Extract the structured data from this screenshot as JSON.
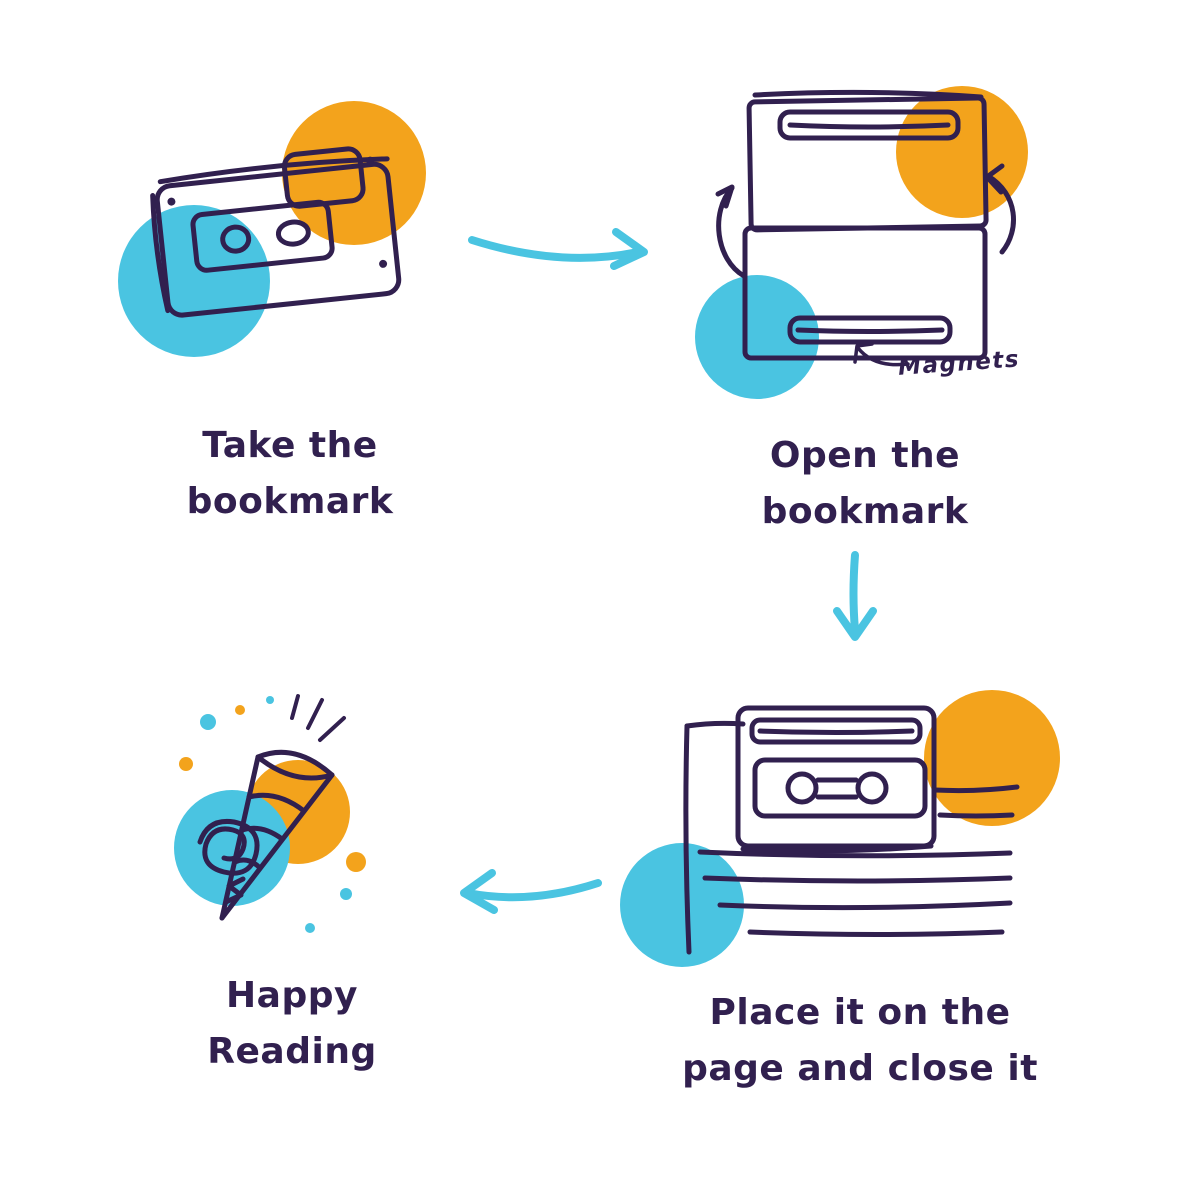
{
  "colors": {
    "ink": "#31204f",
    "teal": "#4ac4e1",
    "orange": "#f3a31c",
    "background": "#ffffff"
  },
  "steps": [
    {
      "caption_lines": [
        "Take the",
        "bookmark"
      ],
      "illustration": "closed-magnetic-bookmark"
    },
    {
      "caption_lines": [
        "Open the",
        "bookmark"
      ],
      "illustration": "opened-bookmark-with-magnet-strips",
      "annotation": "Magnets"
    },
    {
      "caption_lines": [
        "Place it on the",
        "page and close it"
      ],
      "illustration": "bookmark-clipped-on-book-page"
    },
    {
      "caption_lines": [
        "Happy",
        "Reading"
      ],
      "illustration": "celebration-party-cone-doodle"
    }
  ]
}
